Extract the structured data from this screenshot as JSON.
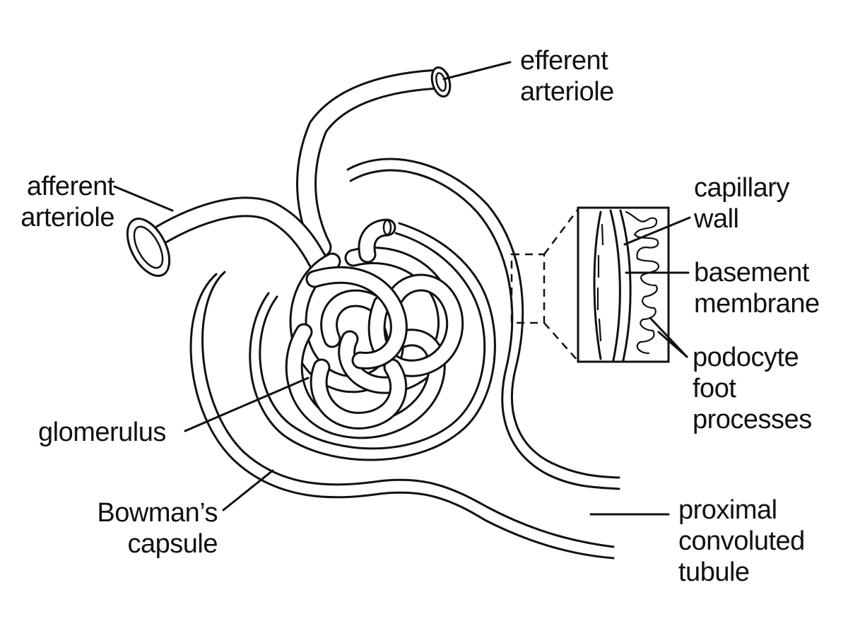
{
  "labels": {
    "efferent_arteriole": [
      "efferent",
      "arteriole"
    ],
    "afferent_arteriole": [
      "afferent",
      "arteriole"
    ],
    "capillary_wall": [
      "capillary",
      "wall"
    ],
    "basement_membrane": [
      "basement",
      "membrane"
    ],
    "podocyte_foot_processes": [
      "podocyte",
      "foot",
      "processes"
    ],
    "glomerulus": [
      "glomerulus"
    ],
    "bowmans_capsule": [
      "Bowman’s",
      "capsule"
    ],
    "proximal_convoluted_tubule": [
      "proximal",
      "convoluted",
      "tubule"
    ]
  },
  "colors": {
    "line": "#111111",
    "background": "#ffffff"
  }
}
